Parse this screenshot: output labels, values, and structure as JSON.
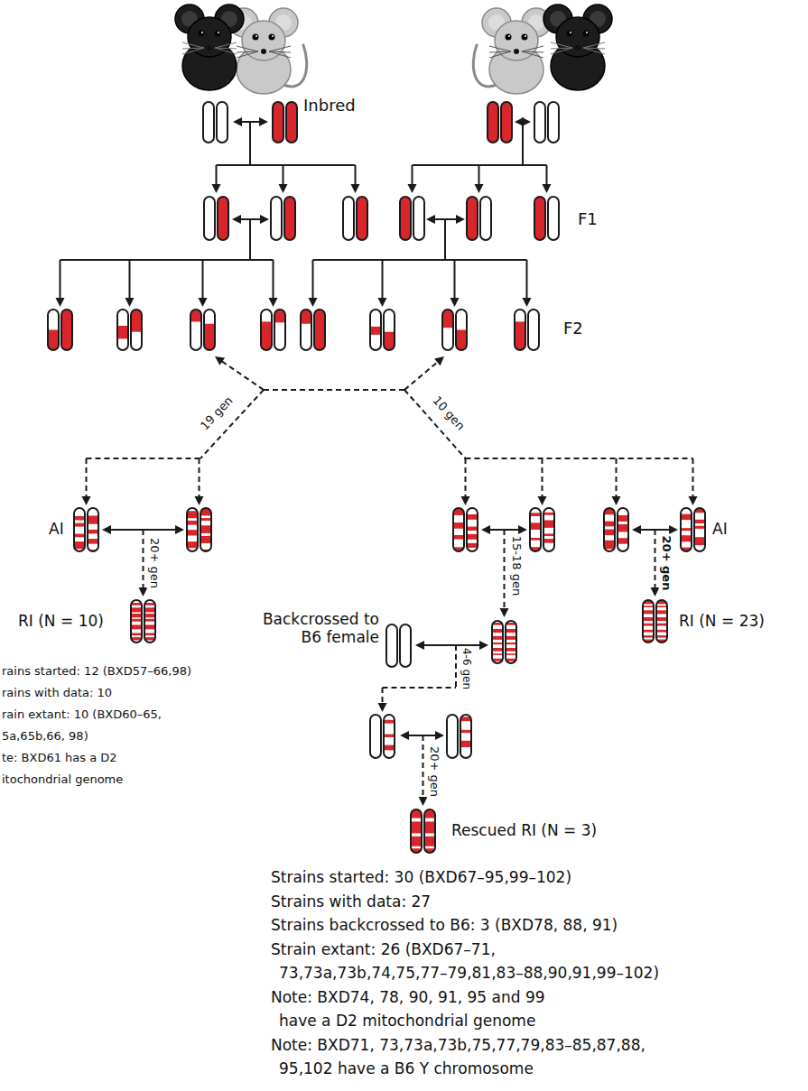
{
  "diagram": {
    "labels": [
      "Inbred",
      "F1",
      "F2",
      "19 gen",
      "10 gen",
      "AI",
      "20+ gen",
      "RI (N = 10)",
      "rains started: 12 (BXD57–66,98)",
      "rains with data: 10",
      "rain extant: 10 (BXD60–65,",
      "5a,65b,66, 98)",
      "te: BXD61 has a D2",
      "itochondrial genome",
      "15-18 gen",
      "AI",
      "20+ gen",
      "RI (N = 23)",
      "Backcrossed to B6 female",
      "4-6 gen",
      "20+ gen",
      "Rescued RI (N = 3)",
      "Strains started: 30 (BXD67–95,99–102)",
      "Strains with data: 27",
      "Strains backcrossed to B6: 3 (BXD78, 88, 91)",
      "Strain extant: 26 (BXD67–71,",
      "73,73a,73b,74,75,77–79,81,83–88,90,91,99–102)",
      "Note: BXD74, 78, 90, 91, 95 and 99",
      "have a D2 mitochondrial genome",
      "Note: BXD71, 73,73a,73b,75,77,79,83–85,87,88,",
      "95,102 have a B6 Y chromosome"
    ]
  }
}
